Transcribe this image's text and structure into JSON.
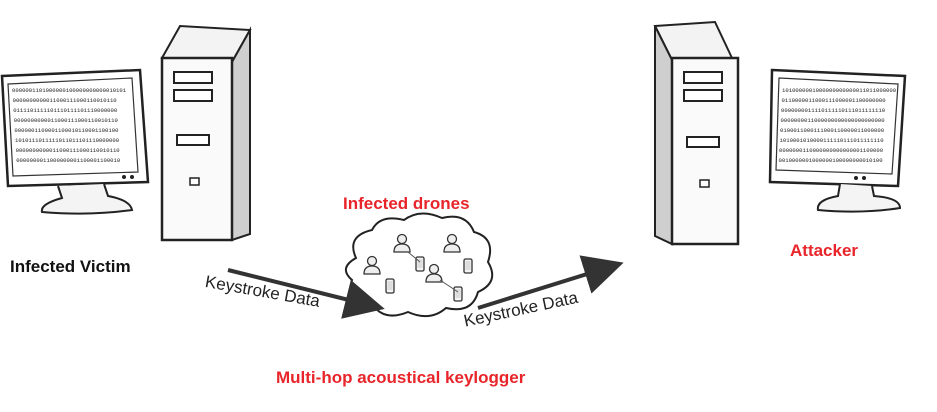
{
  "labels": {
    "victim": "Infected Victim",
    "attacker": "Attacker",
    "drones": "Infected drones",
    "caption": "Multi-hop acoustical keylogger"
  },
  "arrows": {
    "left": "Keystroke Data",
    "right": "Keystroke Data"
  },
  "screen_text": {
    "victim": [
      "0000001101000000100000000000010101",
      "0000000000011000111000110010110",
      "0111101111101110111101110000000",
      "0000000000011000111000110010110",
      "0000001100001100010110001100100",
      "1010111011111011011101110000000",
      "0000000000011000111000110010110",
      "0000000011000000001100001100010"
    ],
    "attacker": [
      "1010000001000000000000011011000000",
      "0110000011000111000001100000000",
      "0000000011110111110111011111110",
      "0000000011000000000000000000000",
      "0100011000111000110000011000000",
      "1010001010000111110111011111110",
      "0000000110000000000000001100000",
      "0010000001000000100000000010100"
    ]
  },
  "colors": {
    "accent_red": "#e8252a",
    "ink": "#222222"
  },
  "icons": [
    "victim-computer-icon",
    "attacker-computer-icon",
    "drone-cloud-icon",
    "user-icon",
    "phone-icon"
  ]
}
